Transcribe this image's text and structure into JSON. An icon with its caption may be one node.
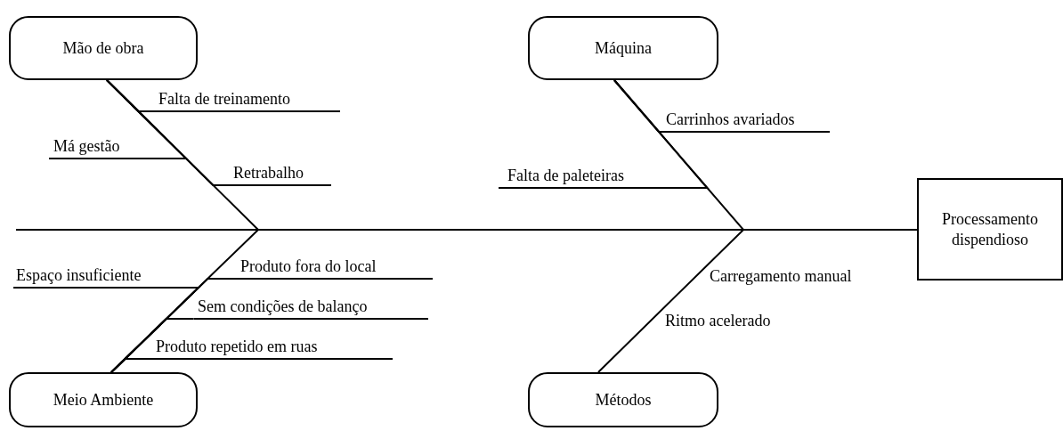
{
  "diagram": {
    "nodes": [
      {
        "text": [
          "Mão de obra"
        ]
      },
      {
        "text": [
          "Máquina"
        ]
      },
      {
        "text": [
          "Meio Ambiente"
        ]
      },
      {
        "text": [
          "Métodos"
        ]
      },
      {
        "text": [
          "Processamento dispendioso"
        ]
      },
      {
        "text": [
          "Falta de treinamento"
        ]
      },
      {
        "text": [
          "Má gestão"
        ]
      },
      {
        "text": [
          "Retrabalho"
        ]
      },
      {
        "text": [
          "Carrinhos avariados"
        ]
      },
      {
        "text": [
          "Falta de paleteiras"
        ]
      },
      {
        "text": [
          "Espaço insuficiente"
        ]
      },
      {
        "text": [
          "Produto fora do local"
        ]
      },
      {
        "text": [
          "Sem condições de balanço"
        ]
      },
      {
        "text": [
          "Produto repetido em ruas"
        ]
      }
    ],
    "edges": [
      {
        "from": null,
        "to": 4,
        "arrow": "none"
      },
      {
        "from": 0,
        "to": 4,
        "arrow": "none"
      },
      {
        "from": 2,
        "to": 4,
        "arrow": "none"
      },
      {
        "from": 1,
        "to": 4,
        "arrow": "none"
      },
      {
        "from": 3,
        "to": 4,
        "arrow": "none"
      },
      {
        "from": 5,
        "to": 0,
        "arrow": "none"
      },
      {
        "from": 6,
        "to": 0,
        "arrow": "none"
      },
      {
        "from": 7,
        "to": 0,
        "arrow": "none"
      },
      {
        "from": 8,
        "to": 1,
        "arrow": "none"
      },
      {
        "from": 9,
        "to": 1,
        "arrow": "none"
      },
      {
        "from": 10,
        "to": 2,
        "arrow": "none"
      },
      {
        "from": 11,
        "to": 2,
        "arrow": "none"
      },
      {
        "from": 12,
        "to": 2,
        "arrow": "none"
      },
      {
        "from": 13,
        "to": 2,
        "arrow": "none"
      }
    ],
    "labels": [
      "Carregamento manual",
      "Ritmo acelerado"
    ]
  }
}
